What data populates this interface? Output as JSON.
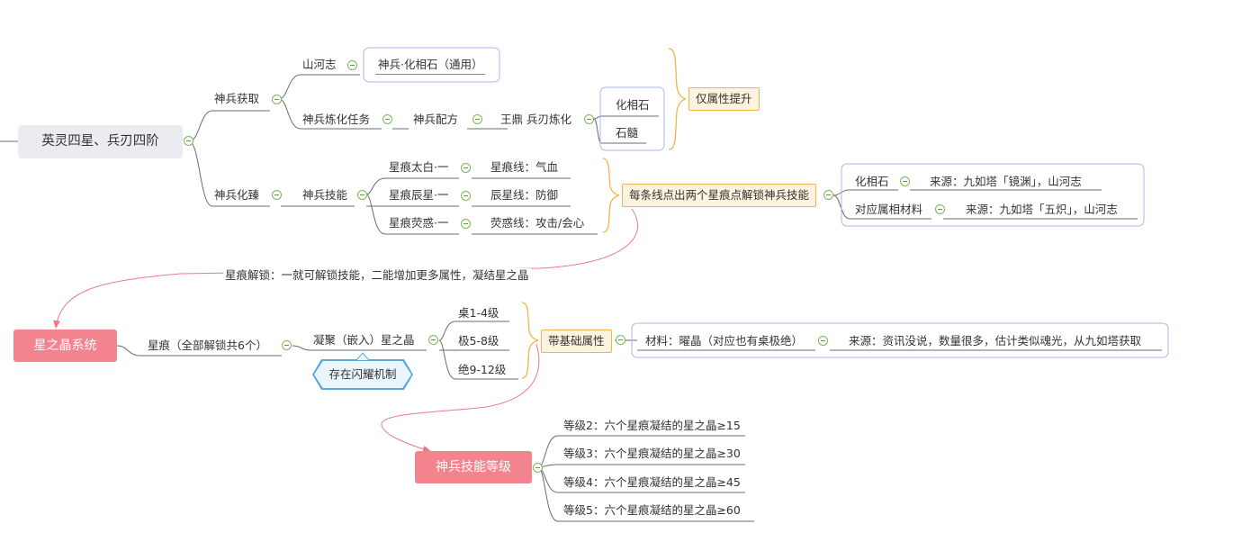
{
  "root": {
    "title": "英灵四星、兵刃四阶"
  },
  "branch_acquire": {
    "label": "神兵获取",
    "shanhezhi": {
      "label": "山河志",
      "item": "神兵·化相石（通用）"
    },
    "task": {
      "label": "神兵炼化任务",
      "recipe": "神兵配方",
      "forge": "王鼎 兵刃炼化",
      "materials": [
        "化相石",
        "石髓"
      ]
    },
    "summary": "仅属性提升"
  },
  "branch_enhance": {
    "label": "神兵化臻",
    "skill": "神兵技能",
    "marks": [
      {
        "name": "星痕太白·一",
        "line": "星痕线：气血"
      },
      {
        "name": "星痕辰星·一",
        "line": "辰星线：防御"
      },
      {
        "name": "星痕荧惑·一",
        "line": "荧惑线：攻击/会心"
      }
    ],
    "summary": "每条线点出两个星痕点解锁神兵技能",
    "unlock_materials": [
      {
        "name": "化相石",
        "source": "来源：九如塔「镜渊」，山河志"
      },
      {
        "name": "对应属相材料",
        "source": "来源：九如塔「五炽」，山河志"
      }
    ]
  },
  "relation_label": "星痕解锁：一就可解锁技能，二能增加更多属性，凝结星之晶",
  "crystal_system": {
    "title": "星之晶系统",
    "mark": "星痕（全部解锁共6个）",
    "condense": "凝聚（嵌入）星之晶",
    "flash_note": "存在闪耀机制",
    "tiers": [
      "桌1-4级",
      "极5-8级",
      "绝9-12级"
    ],
    "summary": "带基础属性",
    "material": "材料：曜晶（对应也有桌极绝）",
    "source": "来源：资讯没说，数量很多，估计类似魂光，从九如塔获取"
  },
  "skill_level": {
    "title": "神兵技能等级",
    "levels": [
      "等级2：六个星痕凝结的星之晶≥15",
      "等级3：六个星痕凝结的星之晶≥30",
      "等级4：六个星痕凝结的星之晶≥45",
      "等级5：六个星痕凝结的星之晶≥60"
    ]
  },
  "colors": {
    "branch_line": "#6b6b6b",
    "collapse_icon": "#7cb65a",
    "pink_node": "#f3848e",
    "summary_bracket": "#f2b44a",
    "boundary": "#a9b7e8",
    "relation": "#ea7b85"
  }
}
